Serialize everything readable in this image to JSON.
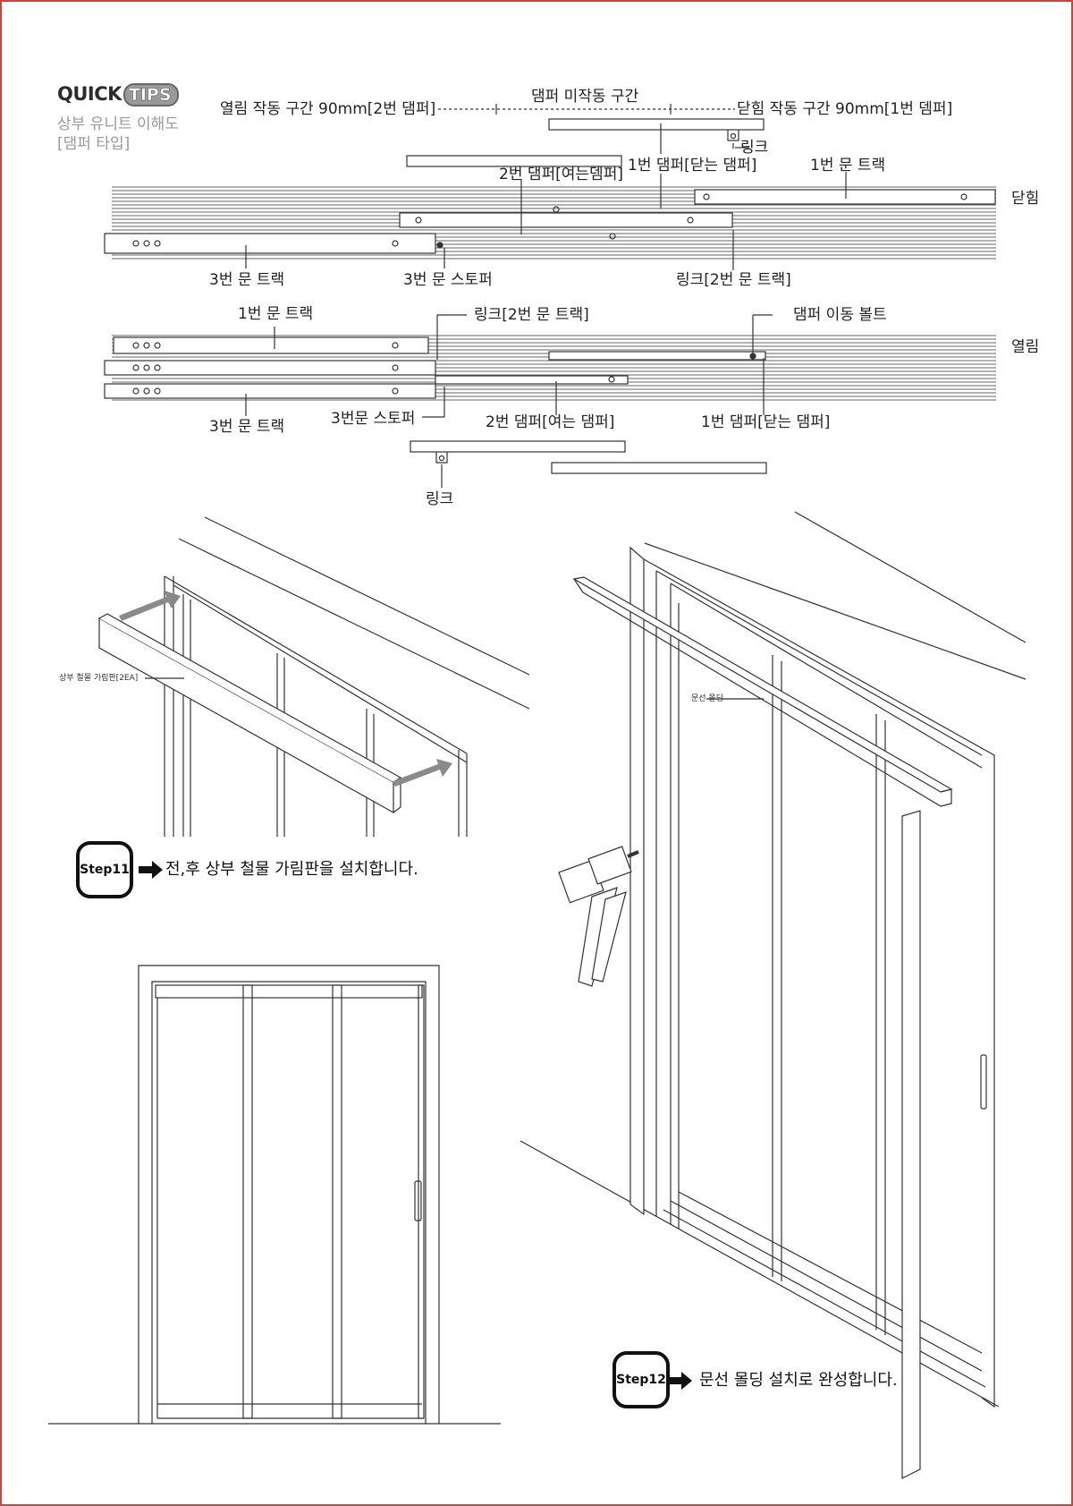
{
  "logo": {
    "quick": "QUICK",
    "tips": "TIPS"
  },
  "subtitle": {
    "line1": "상부 유니트 이해도",
    "line2": "[댐퍼 타입]"
  },
  "diagram_top": {
    "range_open": "열림 작동 구간 90mm[2번 댐퍼]",
    "range_middle": "댐퍼 미작동 구간",
    "range_close": "닫힘 작동 구간 90mm[1번 뎀퍼]",
    "link": "링크",
    "damper1": "1번 댐퍼[닫는 댐퍼]",
    "damper2": "2번 댐퍼[여는뎀퍼]",
    "track1": "1번 문 트랙",
    "state": "닫힘",
    "track3": "3번 문 트랙",
    "stopper3": "3번 문 스토퍼",
    "link_track2": "링크[2번 문 트랙]"
  },
  "diagram_bottom": {
    "track1": "1번 문 트랙",
    "link_track2": "링크[2번 문 트랙]",
    "bolt": "댐퍼 이동 볼트",
    "state": "열림",
    "track3": "3번 문 트랙",
    "stopper3": "3번문 스토퍼",
    "damper2": "2번 댐퍼[여는 댐퍼]",
    "damper1": "1번 댐퍼[닫는 댐퍼]",
    "link": "링크"
  },
  "step11": {
    "label": "Step11",
    "text": "전,후 상부 철물 가림판을 설치합니다.",
    "callout": "상부 철물 가림판[2EA]"
  },
  "step12": {
    "label": "Step12",
    "text": "문선 몰딩 설치로 완성합니다.",
    "callout": "문선 몰딩"
  },
  "colors": {
    "border": "#c8473c",
    "line": "#333333",
    "arrow": "#8a8a8a"
  }
}
